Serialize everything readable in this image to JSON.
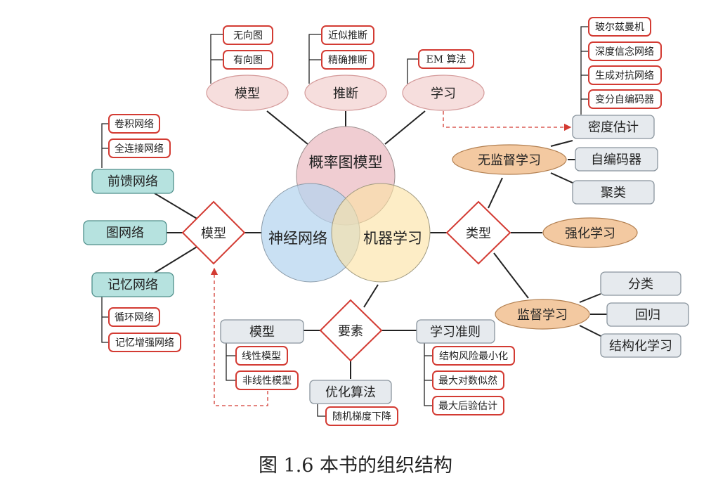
{
  "caption": "图 1.6 本书的组织结构",
  "colors": {
    "pink": "#ebbcc3",
    "blue": "#b4d4ee",
    "yellow": "#fbe2a3",
    "teal_fill": "#b6e2df",
    "teal_stroke": "#4f8f8b",
    "grey_fill": "#e6eaee",
    "grey_stroke": "#8a959e",
    "orange_fill": "#f3c9a1",
    "orange_stroke": "#b27f50",
    "pink_ellipse": "#f6dedd",
    "pink_ellipse_stroke": "#d49a9a",
    "red": "#d33b33",
    "line": "#222222"
  },
  "venn": {
    "pgm": "概率图模型",
    "nn": "神经网络",
    "ml": "机器学习"
  },
  "pgm_branch": {
    "model": {
      "label": "模型",
      "items": [
        "无向图",
        "有向图"
      ]
    },
    "inference": {
      "label": "推断",
      "items": [
        "近似推断",
        "精确推断"
      ]
    },
    "learning": {
      "label": "学习",
      "items": [
        "EM 算法"
      ]
    }
  },
  "nn_branch": {
    "hub": "模型",
    "feedforward": {
      "label": "前馈网络",
      "items": [
        "卷积网络",
        "全连接网络"
      ]
    },
    "graph": {
      "label": "图网络"
    },
    "memory": {
      "label": "记忆网络",
      "items": [
        "循环网络",
        "记忆增强网络"
      ]
    }
  },
  "ml_types": {
    "hub": "类型",
    "unsupervised": {
      "label": "无监督学习",
      "items": [
        "密度估计",
        "自编码器",
        "聚类"
      ]
    },
    "density_items": [
      "玻尔兹曼机",
      "深度信念网络",
      "生成对抗网络",
      "变分自编码器"
    ],
    "reinforcement": {
      "label": "强化学习"
    },
    "supervised": {
      "label": "监督学习",
      "items": [
        "分类",
        "回归",
        "结构化学习"
      ]
    }
  },
  "ml_elements": {
    "hub": "要素",
    "model": {
      "label": "模型",
      "items": [
        "线性模型",
        "非线性模型"
      ]
    },
    "criterion": {
      "label": "学习准则",
      "items": [
        "结构风险最小化",
        "最大对数似然",
        "最大后验估计"
      ]
    },
    "optimization": {
      "label": "优化算法",
      "items": [
        "随机梯度下降"
      ]
    }
  }
}
